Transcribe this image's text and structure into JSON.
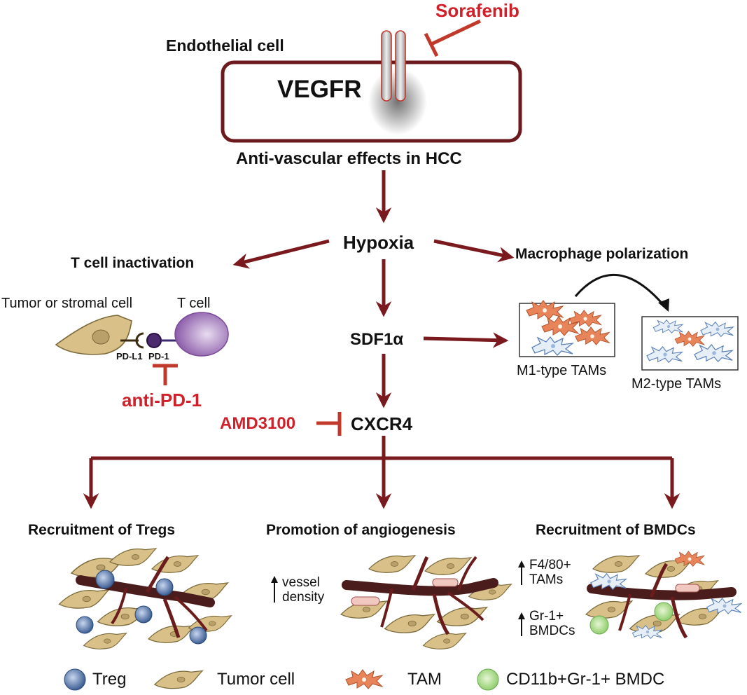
{
  "drugs": {
    "sorafenib": "Sorafenib",
    "anti_pd1": "anti-PD-1",
    "amd3100": "AMD3100"
  },
  "top": {
    "endothelial_cell": "Endothelial cell",
    "receptor": "VEGFR",
    "effect": "Anti-vascular effects in HCC"
  },
  "nodes": {
    "hypoxia": "Hypoxia",
    "sdf1a": "SDF1α",
    "cxcr4": "CXCR4"
  },
  "t_cell": {
    "title": "T cell inactivation",
    "tumor_or_stromal": "Tumor or stromal cell",
    "t_cell_label": "T cell",
    "pd_l1": "PD-L1",
    "pd_1": "PD-1"
  },
  "macrophage": {
    "title": "Macrophage polarization",
    "m1": "M1-type TAMs",
    "m2": "M2-type TAMs"
  },
  "outcomes": {
    "tregs": "Recruitment of Tregs",
    "angiogenesis": "Promotion of angiogenesis",
    "bmdcs": "Recruitment of BMDCs",
    "vessel_line1": "vessel",
    "vessel_line2": "density",
    "f480_line1": "F4/80+",
    "f480_line2": "TAMs",
    "gr1_line1": "Gr-1+",
    "gr1_line2": "BMDCs"
  },
  "legend": {
    "treg": "Treg",
    "tumor_cell": "Tumor cell",
    "tam": "TAM",
    "bmdc": "CD11b+Gr-1+ BMDC"
  },
  "colors": {
    "pathway_arrow": "#7a1a1e",
    "inhibitor": "#c0392b",
    "drug_text": "#d0202a",
    "tumor_cell": "#d9c089",
    "treg": "#5577aa",
    "tam": "#e8845a",
    "m2_macrophage": "#9bb7dc",
    "bmdc": "#9ad47a",
    "vessel": "#4a1c1c",
    "t_cell": "#9b6db5"
  }
}
